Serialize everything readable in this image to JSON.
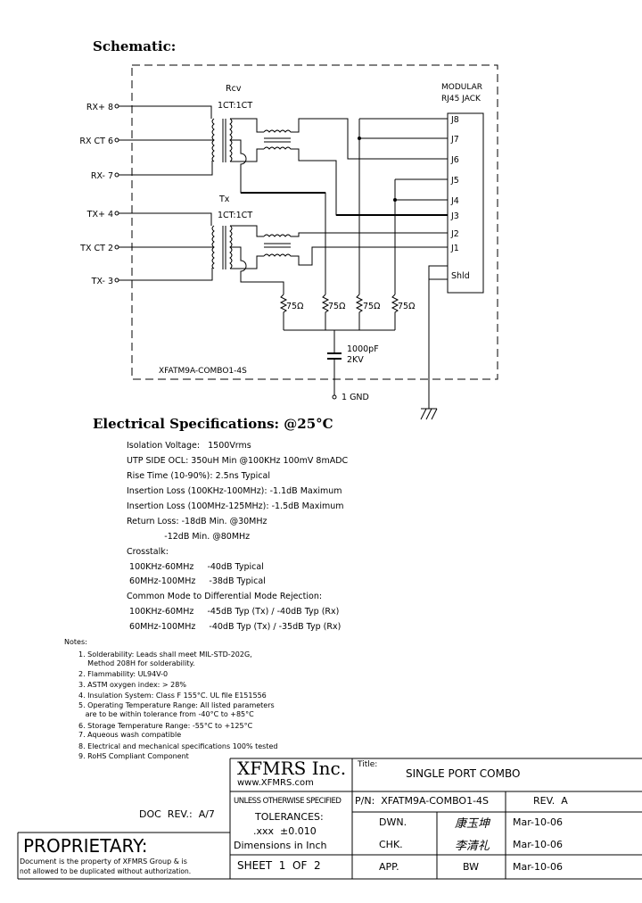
{
  "schematic": {
    "heading": "Schematic:",
    "pins": {
      "rx_plus": "RX+  8",
      "rx_ct": "RX  CT  6",
      "rx_minus": "RX-  7",
      "tx_plus": "TX+  4",
      "tx_ct": "TX  CT  2",
      "tx_minus": "TX-  3"
    },
    "rcv_label": "Rcv",
    "rcv_ratio": "1CT:1CT",
    "tx_label": "Tx",
    "tx_ratio": "1CT:1CT",
    "jack_title_1": "MODULAR",
    "jack_title_2": "RJ45  JACK",
    "jack_pins": [
      "J8",
      "J7",
      "J6",
      "J5",
      "J4",
      "J3",
      "J2",
      "J1",
      "Shld"
    ],
    "resistors": [
      "75Ω",
      "75Ω",
      "75Ω",
      "75Ω"
    ],
    "cap_value": "1000pF",
    "cap_voltage": "2KV",
    "part_label": "XFATM9A-COMBO1-4S",
    "gnd_label": "1  GND"
  },
  "electrical": {
    "heading": "Electrical   Specifications: @25°C",
    "lines": [
      "Isolation Voltage:   1500Vrms",
      "UTP SIDE OCL: 350uH Min @100KHz 100mV 8mADC",
      "Rise Time (10-90%): 2.5ns Typical",
      "Insertion Loss (100KHz-100MHz): -1.1dB Maximum",
      "Insertion Loss (100MHz-125MHz): -1.5dB Maximum",
      "Return Loss: -18dB Min. @30MHz",
      "              -12dB Min. @80MHz",
      "Crosstalk:",
      " 100KHz-60MHz     -40dB Typical",
      " 60MHz-100MHz     -38dB Typical",
      "Common Mode to Differential Mode Rejection:",
      " 100KHz-60MHz     -45dB Typ (Tx) / -40dB Typ (Rx)",
      " 60MHz-100MHz     -40dB Typ (Tx) / -35dB Typ (Rx)"
    ]
  },
  "notes": {
    "heading": "Notes:",
    "items": [
      "1. Solderability: Leads shall meet MIL-STD-202G,",
      "    Method 208H for solderability.",
      "2. Flammability: UL94V-0",
      "3. ASTM oxygen index: > 28%",
      "4. Insulation System: Class F 155°C. UL file E151556",
      "5. Operating Temperature Range: All listed parameters",
      "   are to be within tolerance from -40°C to +85°C",
      "6. Storage Temperature Range: -55°C to +125°C",
      "7. Aqueous wash compatible",
      "8. Electrical and mechanical specifications 100% tested",
      "9. RoHS Compliant Component"
    ]
  },
  "title_block": {
    "company": "XFMRS Inc.",
    "website": "www.XFMRS.com",
    "title_label": "Title:",
    "title": "SINGLE PORT COMBO",
    "tol_header": "UNLESS OTHERWISE SPECIFIED",
    "tol_label": "TOLERANCES:",
    "tol_value": ".xxx  ±0.010",
    "dims": "Dimensions in Inch",
    "sheet": "SHEET  1  OF  2",
    "pn": "P/N:  XFATM9A-COMBO1-4S",
    "rev": "REV.  A",
    "doc_rev": "DOC  REV.:  A/7",
    "proprietary": "PROPRIETARY:",
    "proprietary_text_1": "Document is the property of XFMRS Group & is",
    "proprietary_text_2": "not allowed to be duplicated without authorization.",
    "rows": [
      {
        "role": "DWN.",
        "sign": "康玉坤",
        "date": "Mar-10-06"
      },
      {
        "role": "CHK.",
        "sign": "李清礼",
        "date": "Mar-10-06"
      },
      {
        "role": "APP.",
        "sign": "BW",
        "date": "Mar-10-06"
      }
    ]
  }
}
